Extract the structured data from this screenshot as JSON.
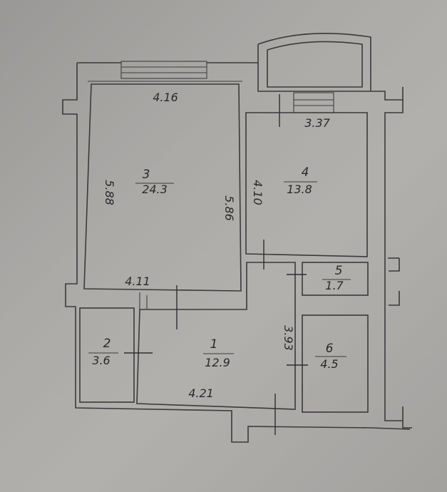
{
  "rooms": [
    {
      "number": "3",
      "area": "24.3"
    },
    {
      "number": "4",
      "area": "13.8"
    },
    {
      "number": "5",
      "area": "1.7"
    },
    {
      "number": "2",
      "area": "3.6"
    },
    {
      "number": "1",
      "area": "12.9"
    },
    {
      "number": "6",
      "area": "4.5"
    }
  ],
  "dimensions": {
    "room3_top": "4.16",
    "room3_left": "5.88",
    "room3_right": "5.86",
    "room3_bottom": "4.11",
    "room4_top": "3.37",
    "room4_left": "4.10",
    "room1_right": "3.93",
    "room1_bottom": "4.21"
  }
}
